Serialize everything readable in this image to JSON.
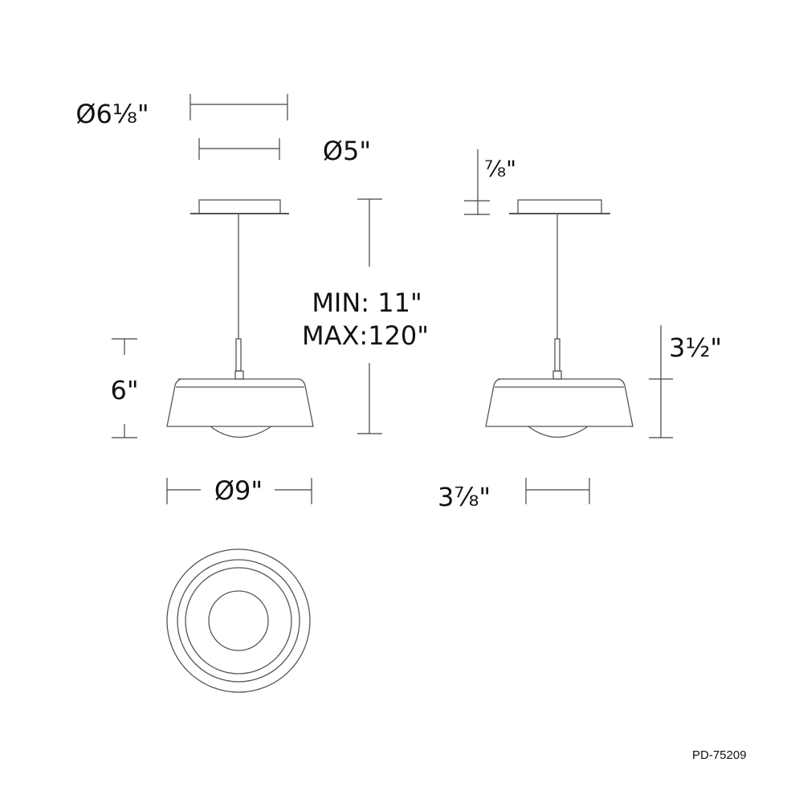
{
  "dimensions": {
    "canopy_flange_diameter": "Ø6⅛\"",
    "canopy_diameter": "Ø5\"",
    "canopy_height": "⅞\"",
    "cable_min": "MIN: 11\"",
    "cable_max": "MAX:120\"",
    "overall_shade_height": "6\"",
    "shade_diameter": "Ø9\"",
    "shade_height": "3½\"",
    "side_depth": "3⅞\""
  },
  "model_code": "PD-75209"
}
